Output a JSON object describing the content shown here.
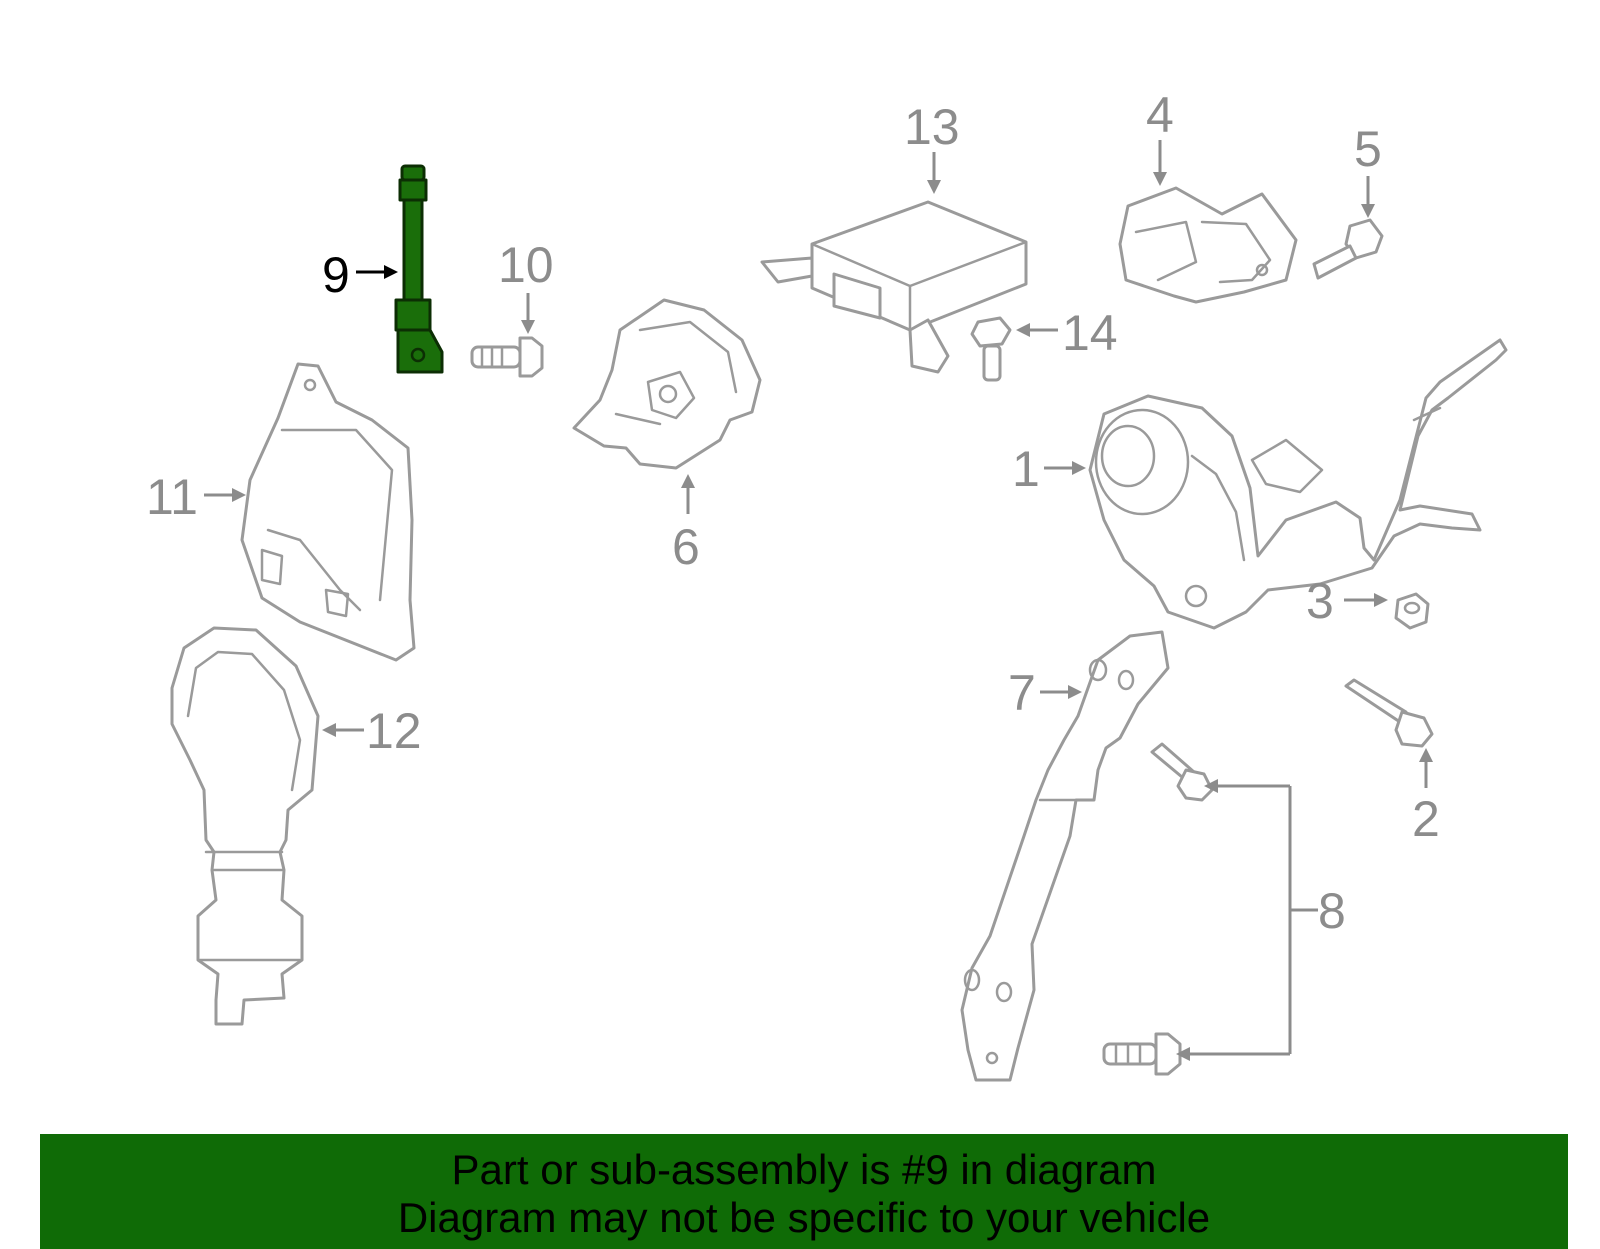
{
  "diagram": {
    "callouts": [
      {
        "id": "1",
        "label": "1"
      },
      {
        "id": "2",
        "label": "2"
      },
      {
        "id": "3",
        "label": "3"
      },
      {
        "id": "4",
        "label": "4"
      },
      {
        "id": "5",
        "label": "5"
      },
      {
        "id": "6",
        "label": "6"
      },
      {
        "id": "7",
        "label": "7"
      },
      {
        "id": "8",
        "label": "8"
      },
      {
        "id": "9",
        "label": "9"
      },
      {
        "id": "10",
        "label": "10"
      },
      {
        "id": "11",
        "label": "11"
      },
      {
        "id": "12",
        "label": "12"
      },
      {
        "id": "13",
        "label": "13"
      },
      {
        "id": "14",
        "label": "14"
      }
    ],
    "highlighted_part": "9",
    "colors": {
      "highlight_fill": "#1a6e0a",
      "line": "#9a9a9a",
      "banner": "#0f6b06"
    }
  },
  "banner": {
    "line1": "Part or sub-assembly is #9 in diagram",
    "line2": "Diagram may not be specific to your vehicle"
  }
}
